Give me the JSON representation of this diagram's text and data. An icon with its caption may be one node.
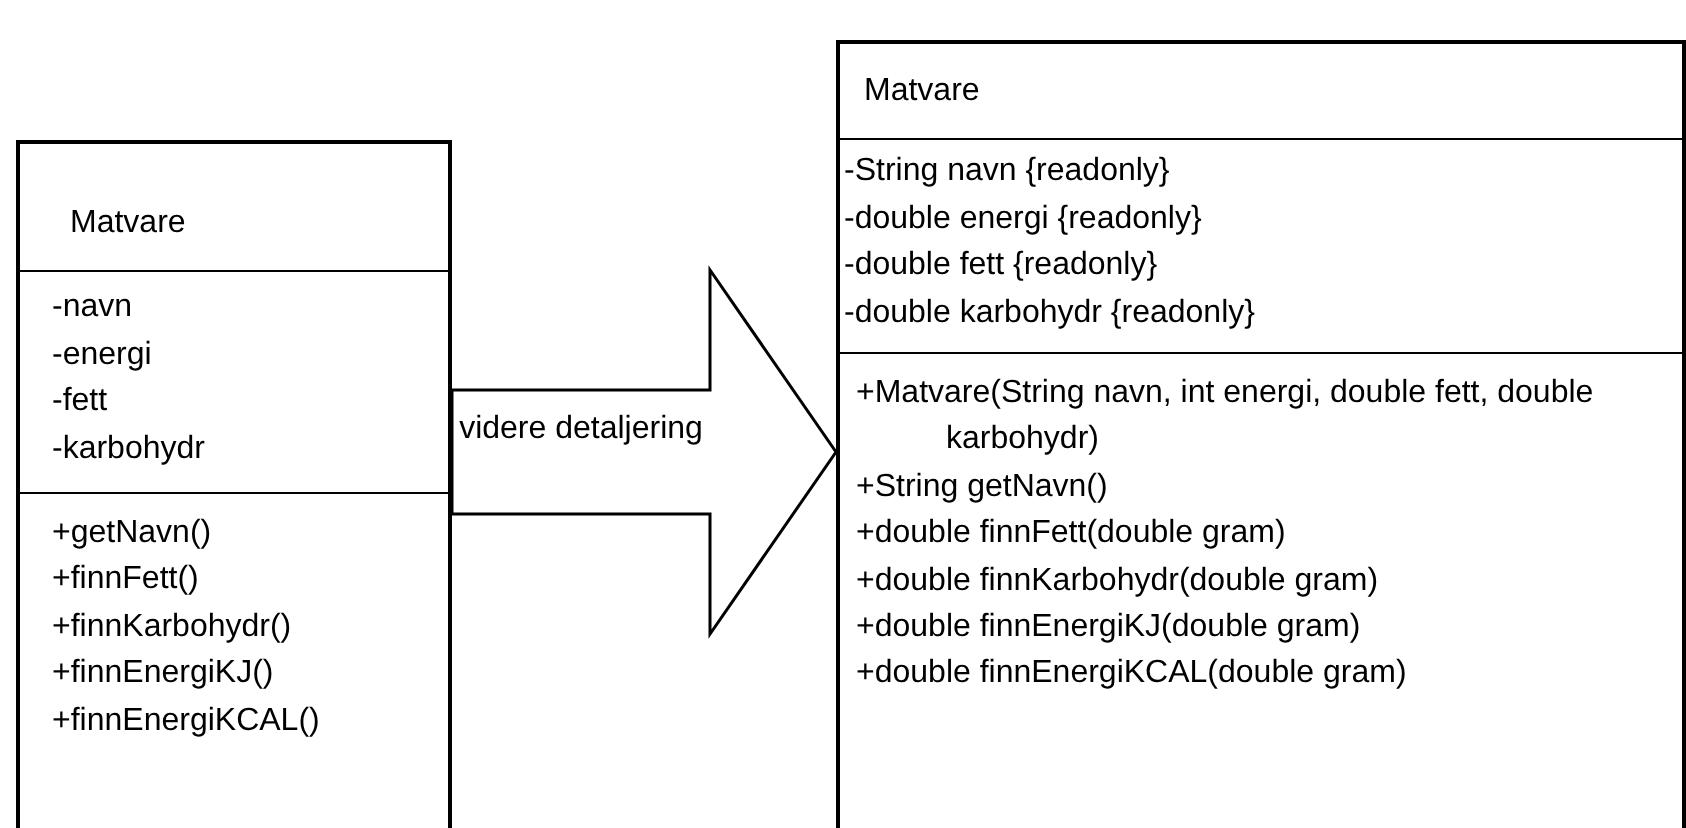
{
  "diagram": {
    "nodes": [
      {
        "text": [
          "Matvare",
          "-navn",
          "-energi",
          "-fett",
          "-karbohydr",
          "+getNavn()",
          "+finnFett()",
          "+finnKarbohydr()",
          "+finnEnergiKJ()",
          "+finnEnergiKCAL()"
        ]
      },
      {
        "text": [
          "Matvare",
          "-String navn {readonly}",
          "-double energi {readonly}",
          "-double fett {readonly}",
          "-double karbohydr {readonly}",
          "+Matvare(String navn, int energi, double fett, double karbohydr)",
          "+String getNavn()",
          "+double finnFett(double gram)",
          "+double finnKarbohydr(double gram)",
          "+double finnEnergiKJ(double gram)",
          "+double finnEnergiKCAL(double gram)"
        ]
      }
    ],
    "edges": [
      {
        "from": 0,
        "to": 1,
        "arrow": "to",
        "label": "videre detaljering"
      }
    ]
  }
}
